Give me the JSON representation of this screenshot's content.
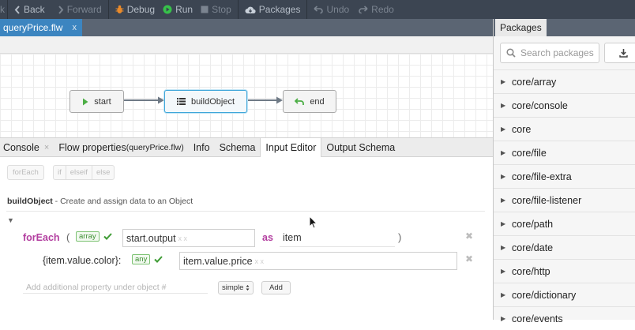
{
  "toolbar": {
    "prev_fragment": "k",
    "back": "Back",
    "forward": "Forward",
    "debug": "Debug",
    "run": "Run",
    "stop": "Stop",
    "packages": "Packages",
    "undo": "Undo",
    "redo": "Redo"
  },
  "editor_tab": {
    "filename": "queryPrice.flw",
    "close": "x"
  },
  "flow": {
    "nodes": [
      {
        "id": "start",
        "label": "start",
        "icon": "play-icon"
      },
      {
        "id": "buildObject",
        "label": "buildObject",
        "icon": "list-icon"
      },
      {
        "id": "end",
        "label": "end",
        "icon": "return-arrow-icon"
      }
    ]
  },
  "panel_tabs": {
    "console": "Console",
    "console_close": "×",
    "flow_properties": "Flow properties",
    "flow_properties_file": "(queryPrice.flw)",
    "info": "Info",
    "schema": "Schema",
    "input_editor": "Input Editor",
    "output_schema": "Output Schema"
  },
  "input_editor": {
    "buttons": {
      "foreach": "forEach",
      "if": "if",
      "elseif": "elseif",
      "else": "else"
    },
    "description_name": "buildObject",
    "description_text": " - Create and assign data to an Object",
    "collapse_glyph": "▼",
    "foreach_row": {
      "keyword": "forEach",
      "open_paren": "(",
      "type_tag": "array",
      "source": "start.output",
      "source_hint": "x x",
      "as": "as",
      "alias": "item",
      "close_paren": ")"
    },
    "property_row": {
      "key": "{item.value.color}:",
      "type_tag": "any",
      "value": "item.value.price",
      "value_hint": "x x"
    },
    "add_property": {
      "placeholder": "Add additional property under object #",
      "type_select": "simple",
      "add_button": "Add"
    },
    "remove_glyph": "✖"
  },
  "packages": {
    "title": "Packages",
    "search_placeholder": "Search packages",
    "items": [
      "core/array",
      "core/console",
      "core",
      "core/file",
      "core/file-extra",
      "core/file-listener",
      "core/path",
      "core/date",
      "core/http",
      "core/dictionary",
      "core/events"
    ]
  },
  "colors": {
    "toolbar_bg": "#3c4552",
    "tab_active": "#3c85c0",
    "selected_node_border": "#3ea6d9",
    "keyword": "#b33fa0",
    "type_tag": "#3e8f33",
    "run_green": "#37c24a",
    "debug_orange": "#e98a2a"
  }
}
